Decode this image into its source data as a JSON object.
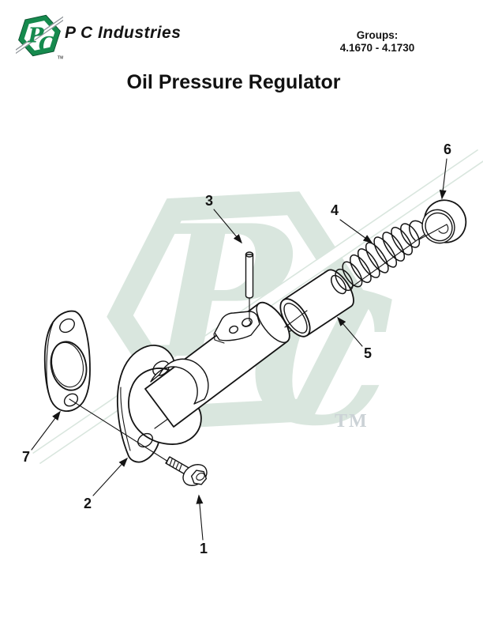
{
  "header": {
    "company": "P C Industries",
    "groups_label": "Groups:",
    "groups_value": "4.1670 - 4.1730"
  },
  "title": "Oil Pressure Regulator",
  "logo": {
    "letter_p": "P",
    "letter_c": "C",
    "trademark": "TM"
  },
  "watermark": {
    "letter_p": "P",
    "letter_c": "C",
    "trademark": "TM"
  },
  "colors": {
    "ink": "#141414",
    "brand_green": "#168a4e",
    "brand_green_dark": "#0b5130",
    "logo_stripe_gray": "#8b9196",
    "watermark_tint": "#d9e6de",
    "watermark_tm": "#cbd2d6"
  },
  "diagram": {
    "callouts": [
      {
        "label": "1"
      },
      {
        "label": "2"
      },
      {
        "label": "3"
      },
      {
        "label": "4"
      },
      {
        "label": "5"
      },
      {
        "label": "6"
      },
      {
        "label": "7"
      }
    ]
  }
}
